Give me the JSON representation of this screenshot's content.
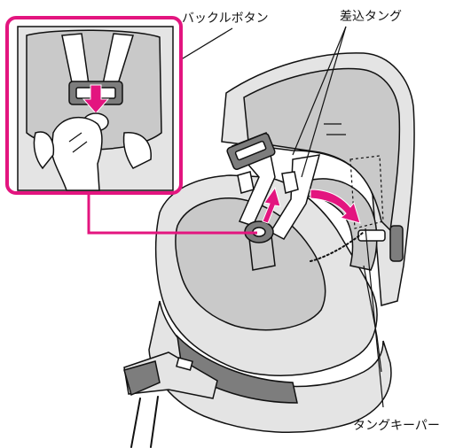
{
  "labels": {
    "buckle_button": "バックルボタン",
    "insert_tongue": "差込タング",
    "tongue_keeper": "タングキーパー"
  },
  "colors": {
    "callout_border": "#e3157f",
    "arrow_fill": "#e3157f",
    "seat_fill": "#c9c9c9",
    "outline": "#111111"
  },
  "icons": [
    "arrow-up-icon",
    "arrow-right-icon",
    "arrow-down-icon"
  ]
}
